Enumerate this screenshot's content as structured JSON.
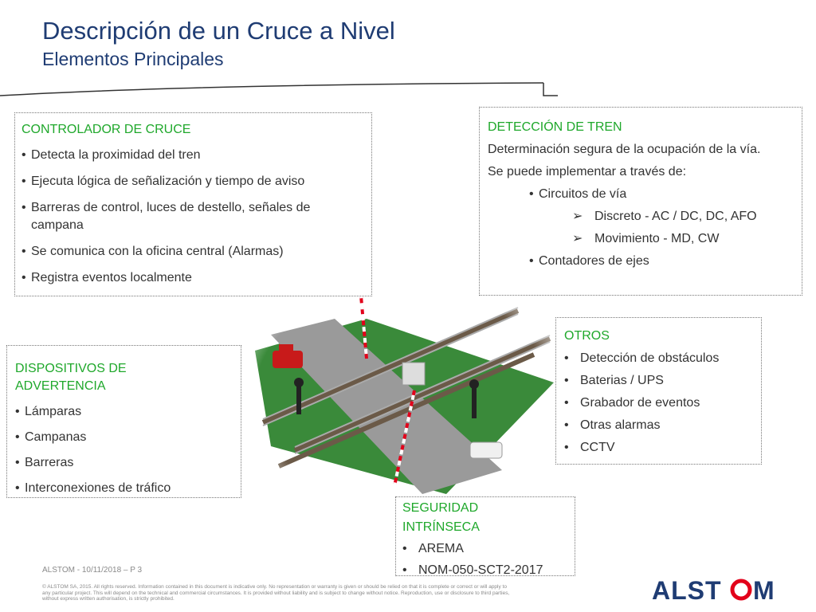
{
  "title": "Descripción de un Cruce a Nivel",
  "subtitle": "Elementos Principales",
  "controlador": {
    "title": "CONTROLADOR DE CRUCE",
    "items": [
      "Detecta la proximidad del tren",
      "Ejecuta lógica de señalización y tiempo de aviso",
      "Barreras de control, luces de destello, señales de campana",
      "Se comunica con la oficina central (Alarmas)",
      "Registra eventos localmente"
    ]
  },
  "deteccion": {
    "title": "DETECCIÓN DE TREN",
    "para1": "Determinación segura de la ocupación de la vía.",
    "para2": "Se puede implementar a través de:",
    "level1a": "Circuitos de vía",
    "level2a": "Discreto - AC / DC, DC, AFO",
    "level2b": "Movimiento - MD, CW",
    "level1b": "Contadores de ejes"
  },
  "dispositivos": {
    "title": "DISPOSITIVOS DE ADVERTENCIA",
    "items": [
      "Lámparas",
      "Campanas",
      "Barreras",
      "Interconexiones de tráfico"
    ]
  },
  "otros": {
    "title": "OTROS",
    "items": [
      "Detección de obstáculos",
      "Baterias  / UPS",
      "Grabador de eventos",
      "Otras alarmas",
      "CCTV"
    ]
  },
  "seguridad": {
    "title": "SEGURIDAD INTRÍNSECA",
    "items": [
      "AREMA",
      "NOM-050-SCT2-2017"
    ]
  },
  "footer": {
    "slide_info": "ALSTOM - 10/11/2018 – P 3",
    "legal": "© ALSTOM SA, 2015. All rights reserved. Information contained in this document is indicative only. No representation or warranty is given or should be relied on that it is complete or correct or will apply to any particular project. This will depend on the technical and commercial circumstances. It is provided without liability and is subject to change without notice. Reproduction, use or disclosure to third parties, without express written authorisation, is strictly prohibited."
  },
  "logo": {
    "text": "ALSTOM",
    "color_blue": "#1f3c73",
    "color_red": "#e2001a"
  },
  "colors": {
    "title": "#1f3c73",
    "box_title": "#1fa82b"
  }
}
